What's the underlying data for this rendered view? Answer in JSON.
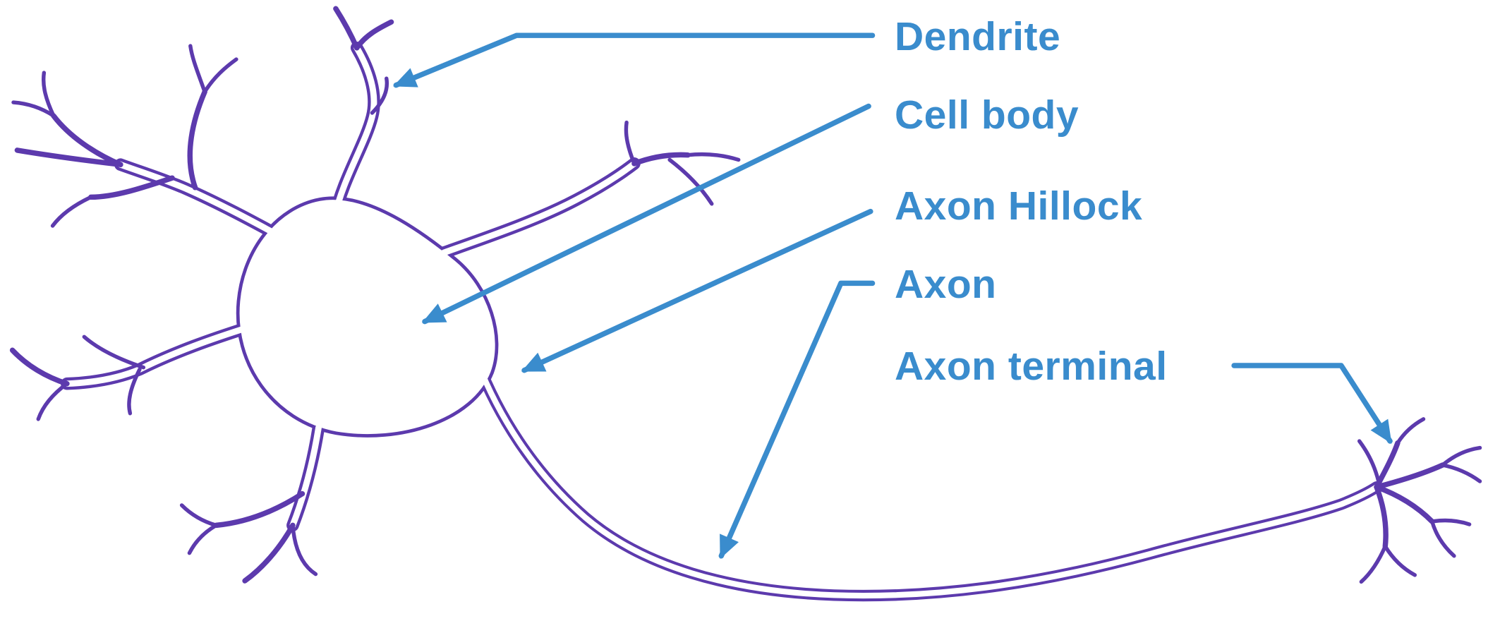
{
  "diagram": {
    "labels": [
      {
        "id": "dendrite",
        "text": "Dendrite"
      },
      {
        "id": "cell-body",
        "text": "Cell body"
      },
      {
        "id": "axon-hillock",
        "text": "Axon Hillock"
      },
      {
        "id": "axon",
        "text": "Axon"
      },
      {
        "id": "axon-terminal",
        "text": "Axon terminal"
      }
    ]
  },
  "colors": {
    "accent": "#3a8ccd",
    "neuron": "#5c3aad",
    "bg": "#ffffff"
  }
}
